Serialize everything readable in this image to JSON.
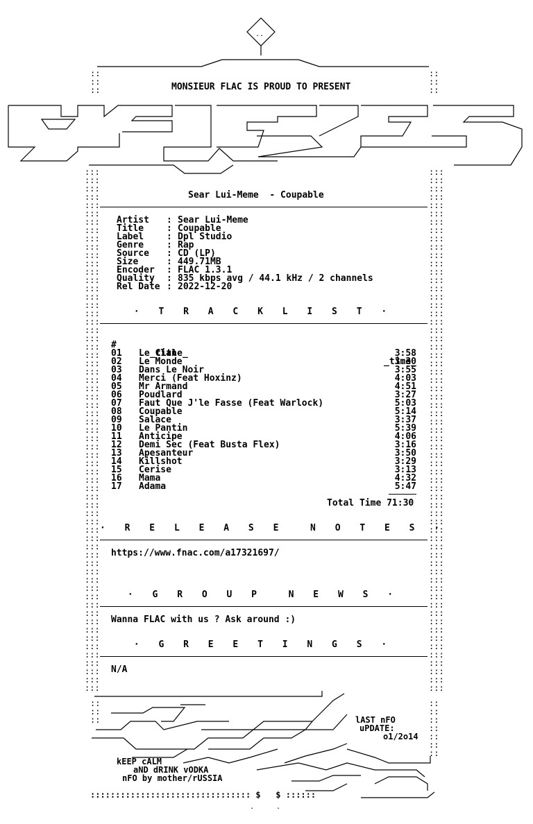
{
  "header": {
    "presenter": "MONSIEUR FLAC IS PROUD TO PRESENT",
    "release_heading": "Sear Lui-Meme  - Coupable"
  },
  "info": [
    {
      "key": "Artist",
      "value": "Sear Lui-Meme"
    },
    {
      "key": "Title",
      "value": "Coupable"
    },
    {
      "key": "Label",
      "value": "Dpl Studio"
    },
    {
      "key": "Genre",
      "value": "Rap"
    },
    {
      "key": "Source",
      "value": "CD (LP)"
    },
    {
      "key": "Size",
      "value": "449.71MB"
    },
    {
      "key": "Encoder",
      "value": "FLAC 1.3.1"
    },
    {
      "key": "Quality",
      "value": "835 kbps avg / 44.1 kHz / 2 channels"
    },
    {
      "key": "Rel Date",
      "value": "2022-12-20"
    }
  ],
  "tracklist": {
    "heading": "· T R A C K L I S T ·",
    "col_num": "#",
    "col_title": "_title_",
    "col_time": "_time_",
    "tracks": [
      {
        "num": "01",
        "title": "Le Clan",
        "time": "3:58"
      },
      {
        "num": "02",
        "title": "Le Monde",
        "time": "3:30"
      },
      {
        "num": "03",
        "title": "Dans Le Noir",
        "time": "3:55"
      },
      {
        "num": "04",
        "title": "Merci (Feat Hoxinz)",
        "time": "4:03"
      },
      {
        "num": "05",
        "title": "Mr Armand",
        "time": "4:51"
      },
      {
        "num": "06",
        "title": "Poudlard",
        "time": "3:27"
      },
      {
        "num": "07",
        "title": "Faut Que J'le Fasse (Feat Warlock)",
        "time": "5:03"
      },
      {
        "num": "08",
        "title": "Coupable",
        "time": "5:14"
      },
      {
        "num": "09",
        "title": "Salace",
        "time": "3:37"
      },
      {
        "num": "10",
        "title": "Le Pantin",
        "time": "5:39"
      },
      {
        "num": "11",
        "title": "Anticipe",
        "time": "4:06"
      },
      {
        "num": "12",
        "title": "Demi Sec (Feat Busta Flex)",
        "time": "3:16"
      },
      {
        "num": "13",
        "title": "Apesanteur",
        "time": "3:50"
      },
      {
        "num": "14",
        "title": "Killshot",
        "time": "3:29"
      },
      {
        "num": "15",
        "title": "Cerise",
        "time": "3:13"
      },
      {
        "num": "16",
        "title": "Mama",
        "time": "4:32"
      },
      {
        "num": "17",
        "title": "Adama",
        "time": "5:47"
      }
    ],
    "total_label": "Total Time 71:30"
  },
  "release_notes": {
    "heading": "· R E L E A S E  N O T E S ·",
    "text": "https://www.fnac.com/a17321697/"
  },
  "group_news": {
    "heading": "· G R O U P  N E W S ·",
    "text": "Wanna FLAC with us ? Ask around :)"
  },
  "greetings": {
    "heading": "· G R E E T I N G S ·",
    "text": "N/A"
  },
  "footer": {
    "last_nfo": "lAST nFO",
    "update": "uPDATE:",
    "update_date": "o1/2o14",
    "motto1": "kEEP cALM",
    "motto2": "aND dRINK vODKA",
    "credit": "nFO by mother/rUSSIA",
    "bottom_dots": ":::::::::::::::::::::::::::::::: $   $ ::::::"
  }
}
